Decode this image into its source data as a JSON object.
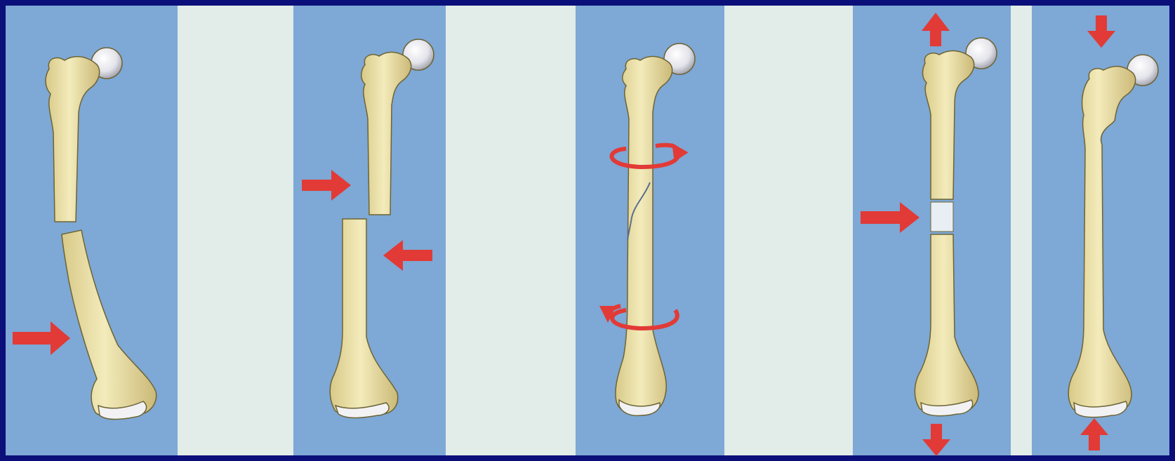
{
  "colors": {
    "frame": "#0b0f7a",
    "panel": "#7ea8d5",
    "gap": "#e2ece8",
    "bone": "#ede3a5",
    "bone_shadow": "#cdbd78",
    "bone_outline": "#6d6436",
    "cartilage": "#f2f2f4",
    "arrow": "#e23a36"
  },
  "panels": [
    {
      "id": "angulation",
      "arrows": [
        "push-right-lower"
      ]
    },
    {
      "id": "displacement",
      "arrows": [
        "push-right-upper",
        "push-left-lower"
      ]
    },
    {
      "id": "rotation",
      "arrows": [
        "rotate-upper",
        "rotate-lower"
      ]
    },
    {
      "id": "distraction",
      "arrows": [
        "push-right-mid",
        "pull-up",
        "pull-down"
      ]
    },
    {
      "id": "impaction",
      "arrows": [
        "push-down",
        "push-up"
      ]
    }
  ]
}
